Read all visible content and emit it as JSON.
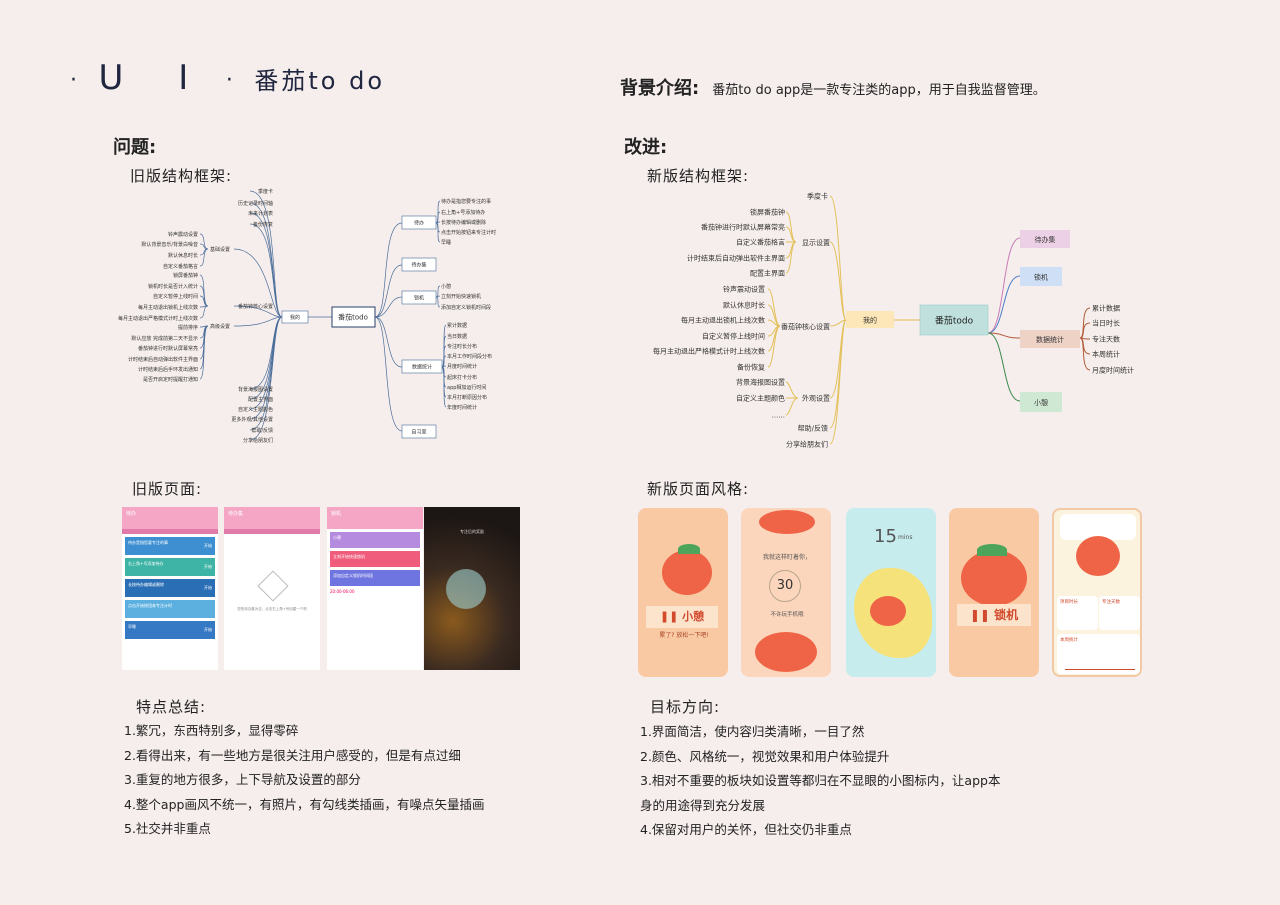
{
  "header": {
    "dot1": "·",
    "ui": "U I",
    "dot2": "·",
    "app_name": "番茄to do"
  },
  "background": {
    "label": "背景介绍:",
    "text": "番茄to do app是一款专注类的app，用于自我监督管理。"
  },
  "left": {
    "problem_title": "问题:",
    "old_structure_title": "旧版结构框架:",
    "old_pages_title": "旧版页面:",
    "features_title": "特点总结:",
    "features": [
      "1.繁冗，东西特别多，显得零碎",
      "2.看得出来，有一些地方是很关注用户感受的，但是有点过细",
      "3.重复的地方很多，上下导航及设置的部分",
      "4.整个app画风不统一，有照片，有勾线类插画，有噪点矢量插画",
      "5.社交并非重点"
    ]
  },
  "right": {
    "improve_title": "改进:",
    "new_structure_title": "新版结构框架:",
    "new_style_title": "新版页面风格:",
    "goals_title": "目标方向:",
    "goals": [
      "1.界面简洁，使内容归类清晰，一目了然",
      "2.颜色、风格统一，视觉效果和用户体验提升",
      "3.相对不重要的板块如设置等都归在不显眼的小图标内，让app本",
      "身的用途得到充分发展",
      "4.保留对用户的关怀，但社交仍非重点"
    ]
  },
  "old_map": {
    "root": "番茄todo",
    "mine": "我的",
    "right_nodes": [
      "待办",
      "待办集",
      "锁机",
      "数据统计",
      "自习室"
    ],
    "todo_items": [
      "待办是指您要专注的事",
      "右上角+号添加待办",
      "长按待办编辑或删除",
      "点击开始按钮来专注计时",
      "早睡"
    ],
    "lock_items": [
      "小憩",
      "立刻开始快速锁机",
      "添加自定义锁机时间段"
    ],
    "stats_items": [
      "累计数据",
      "当日数据",
      "专注时长分布",
      "本月工作时间段分布",
      "月度时间统计",
      "起床打卡分布",
      "app相加运行时间",
      "本月打断原因分布",
      "年度时间统计"
    ],
    "left_groups": [
      "基础设置",
      "番茄钟核心设置",
      "高级设置"
    ],
    "top_items": [
      "季度卡",
      "历史记录时间轴",
      "未来计划表",
      "备份恢复"
    ],
    "basic_items": [
      "铃声震动设置",
      "默认背景音乐/背景白噪音",
      "默认休息时长",
      "自定义番茄格言"
    ],
    "core_items": [
      "锁屏番茄钟",
      "锁机时长是否计入统计",
      "自定义暂停上线时间",
      "每月主动退出锁机上线次数",
      "每月主动退出严格模式计时上线次数"
    ],
    "adv_items": [
      "提前排序",
      "默认应放 完成前第二天不显示",
      "番茄钟进行时默认屏幕常亮",
      "计时结束后自动弹出软件主界面",
      "计时结束后后手环发出通知",
      "是否开启定时提醒打通知"
    ],
    "bottom_items": [
      "背景海报图设置",
      "配置主界面",
      "自定义主题颜色",
      "更多外观/其他设置",
      "帮助/反馈",
      "分享给朋友们"
    ]
  },
  "new_map": {
    "root": "番茄todo",
    "mine": "我的",
    "right_nodes": [
      "待办集",
      "锁机",
      "数据统计",
      "小憩"
    ],
    "stats_items": [
      "累计数据",
      "当日时长",
      "专注天数",
      "本周统计",
      "月度时间统计"
    ],
    "season_card": "季度卡",
    "display": "显示设置",
    "display_items": [
      "锁屏番茄钟",
      "番茄钟进行时默认屏幕常亮",
      "自定义番茄格言",
      "计时结束后自动弹出软件主界面",
      "配置主界面"
    ],
    "core": "番茄钟核心设置",
    "core_items": [
      "铃声震动设置",
      "默认休息时长",
      "每月主动退出锁机上线次数",
      "自定义暂停上线时间",
      "每月主动退出严格模式计时上线次数",
      "备份恢复"
    ],
    "look": "外观设置",
    "look_items": [
      "背景海报图设置",
      "自定义主题颜色",
      "......"
    ],
    "help": "帮助/反馈",
    "share": "分享给朋友们"
  },
  "old_screens": {
    "s1_title": "待办",
    "s1_items": [
      "待办是指您要专注的事",
      "右上角+号添加待办",
      "长按待办编辑或删除",
      "点击开始按钮来专注计时",
      "早睡"
    ],
    "s1_btn": "开始",
    "s2_title": "待办集",
    "s2_empty": "您的待办集为空，点击右上角+号创建一个吧",
    "s3_title": "锁机",
    "s3_items": [
      "小憩",
      "立刻开始快速锁机",
      "添加自定义锁机时间段"
    ],
    "s3_time": "20:00-06:00",
    "s4_text": "专注后的奖励"
  },
  "new_screens": {
    "c1_label": "小憩",
    "c1_sub": "累了? 放松一下吧!",
    "c2_top": "我就这样盯着你，",
    "c2_num": "30",
    "c2_bottom": "不许玩手机哦",
    "c3_num": "15",
    "c3_unit": "mins",
    "c4_label": "锁机",
    "c5_tabs": [
      "项目时长",
      "专注天数"
    ],
    "c5_chart": "本周统计"
  },
  "colors": {
    "bg": "#f6eeec",
    "title": "#20263f",
    "peach": "#f7c8a8",
    "tomato": "#e8563b",
    "leaf": "#4ca55a"
  }
}
